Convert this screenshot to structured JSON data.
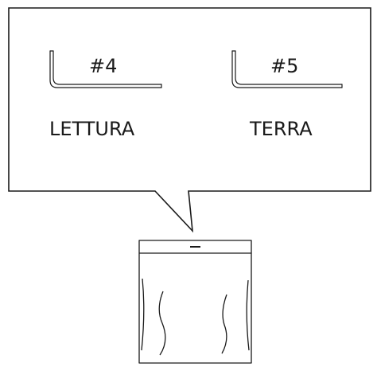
{
  "callout": {
    "keys": [
      {
        "number": "#4",
        "name": "LETTURA"
      },
      {
        "number": "#5",
        "name": "TERRA"
      }
    ]
  },
  "colors": {
    "stroke": "#1a1a1a",
    "background": "#ffffff"
  }
}
